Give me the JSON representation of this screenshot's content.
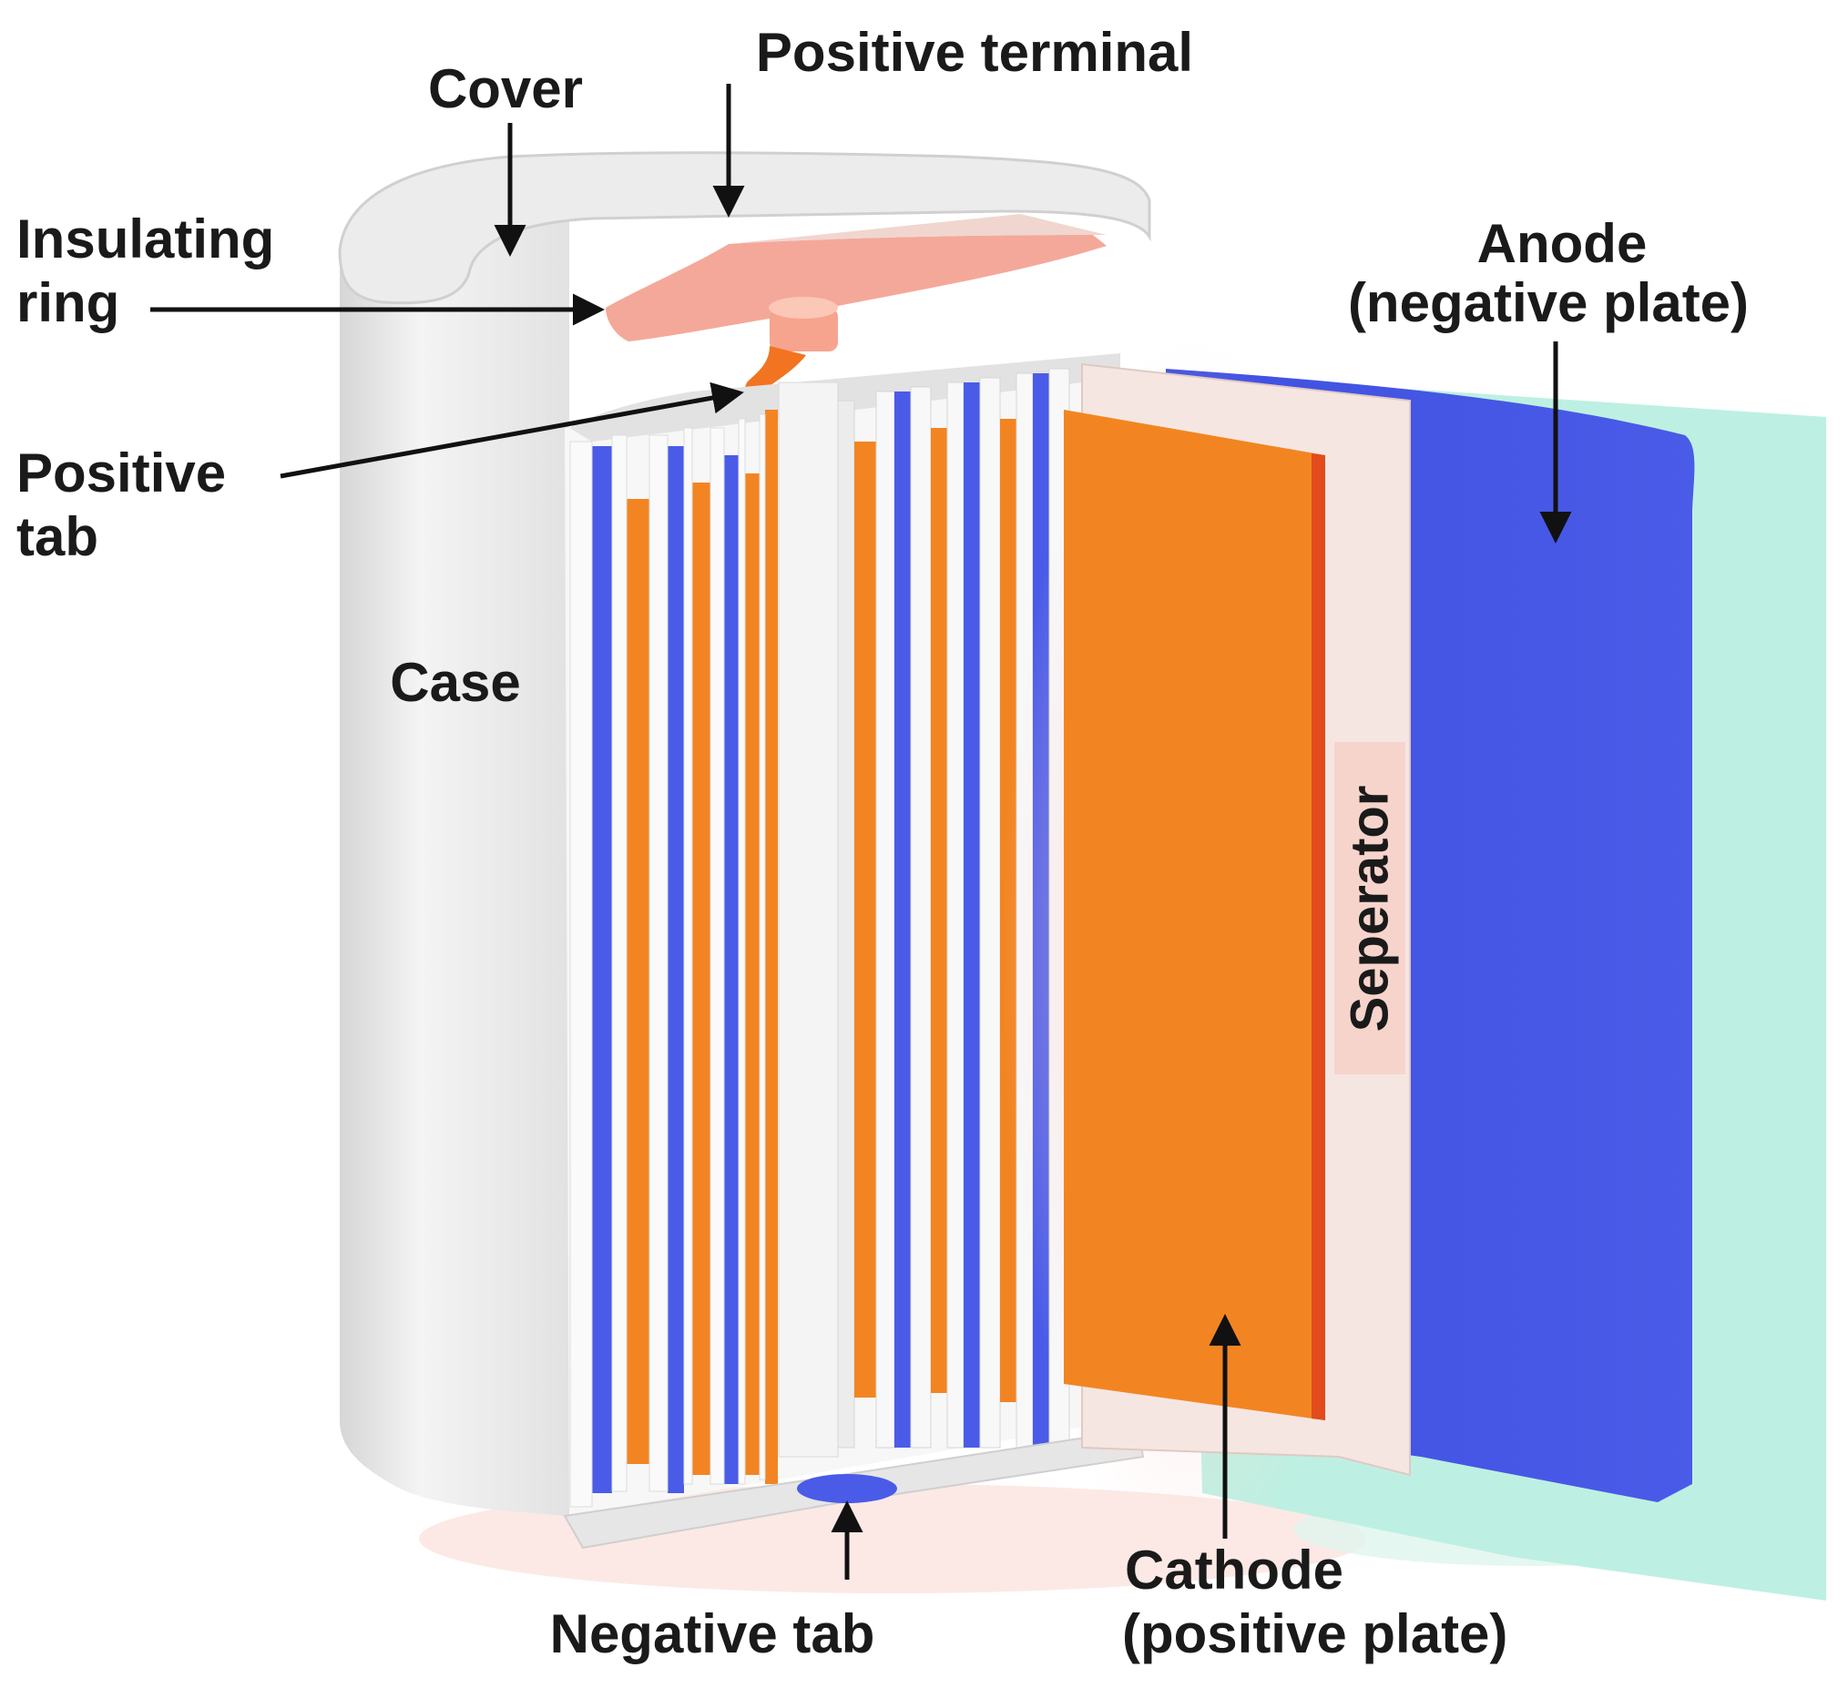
{
  "labels": {
    "cover": "Cover",
    "positive_terminal": "Positive terminal",
    "insulating_ring_1": "Insulating",
    "insulating_ring_2": "ring",
    "positive_tab_1": "Positive",
    "positive_tab_2": "tab",
    "case": "Case",
    "anode_1": "Anode",
    "anode_2": "(negative plate)",
    "separator": "Seperator",
    "negative_tab": "Negative tab",
    "cathode_1": "Cathode",
    "cathode_2": "(positive plate)"
  },
  "colors": {
    "case": "#e8e8e8",
    "anode": "#4a5be8",
    "cathode": "#f28522",
    "separator": "#f6e6e2",
    "terminal": "#f4a89a",
    "mint": "#bdf0e2",
    "text": "#1a1a1a"
  }
}
